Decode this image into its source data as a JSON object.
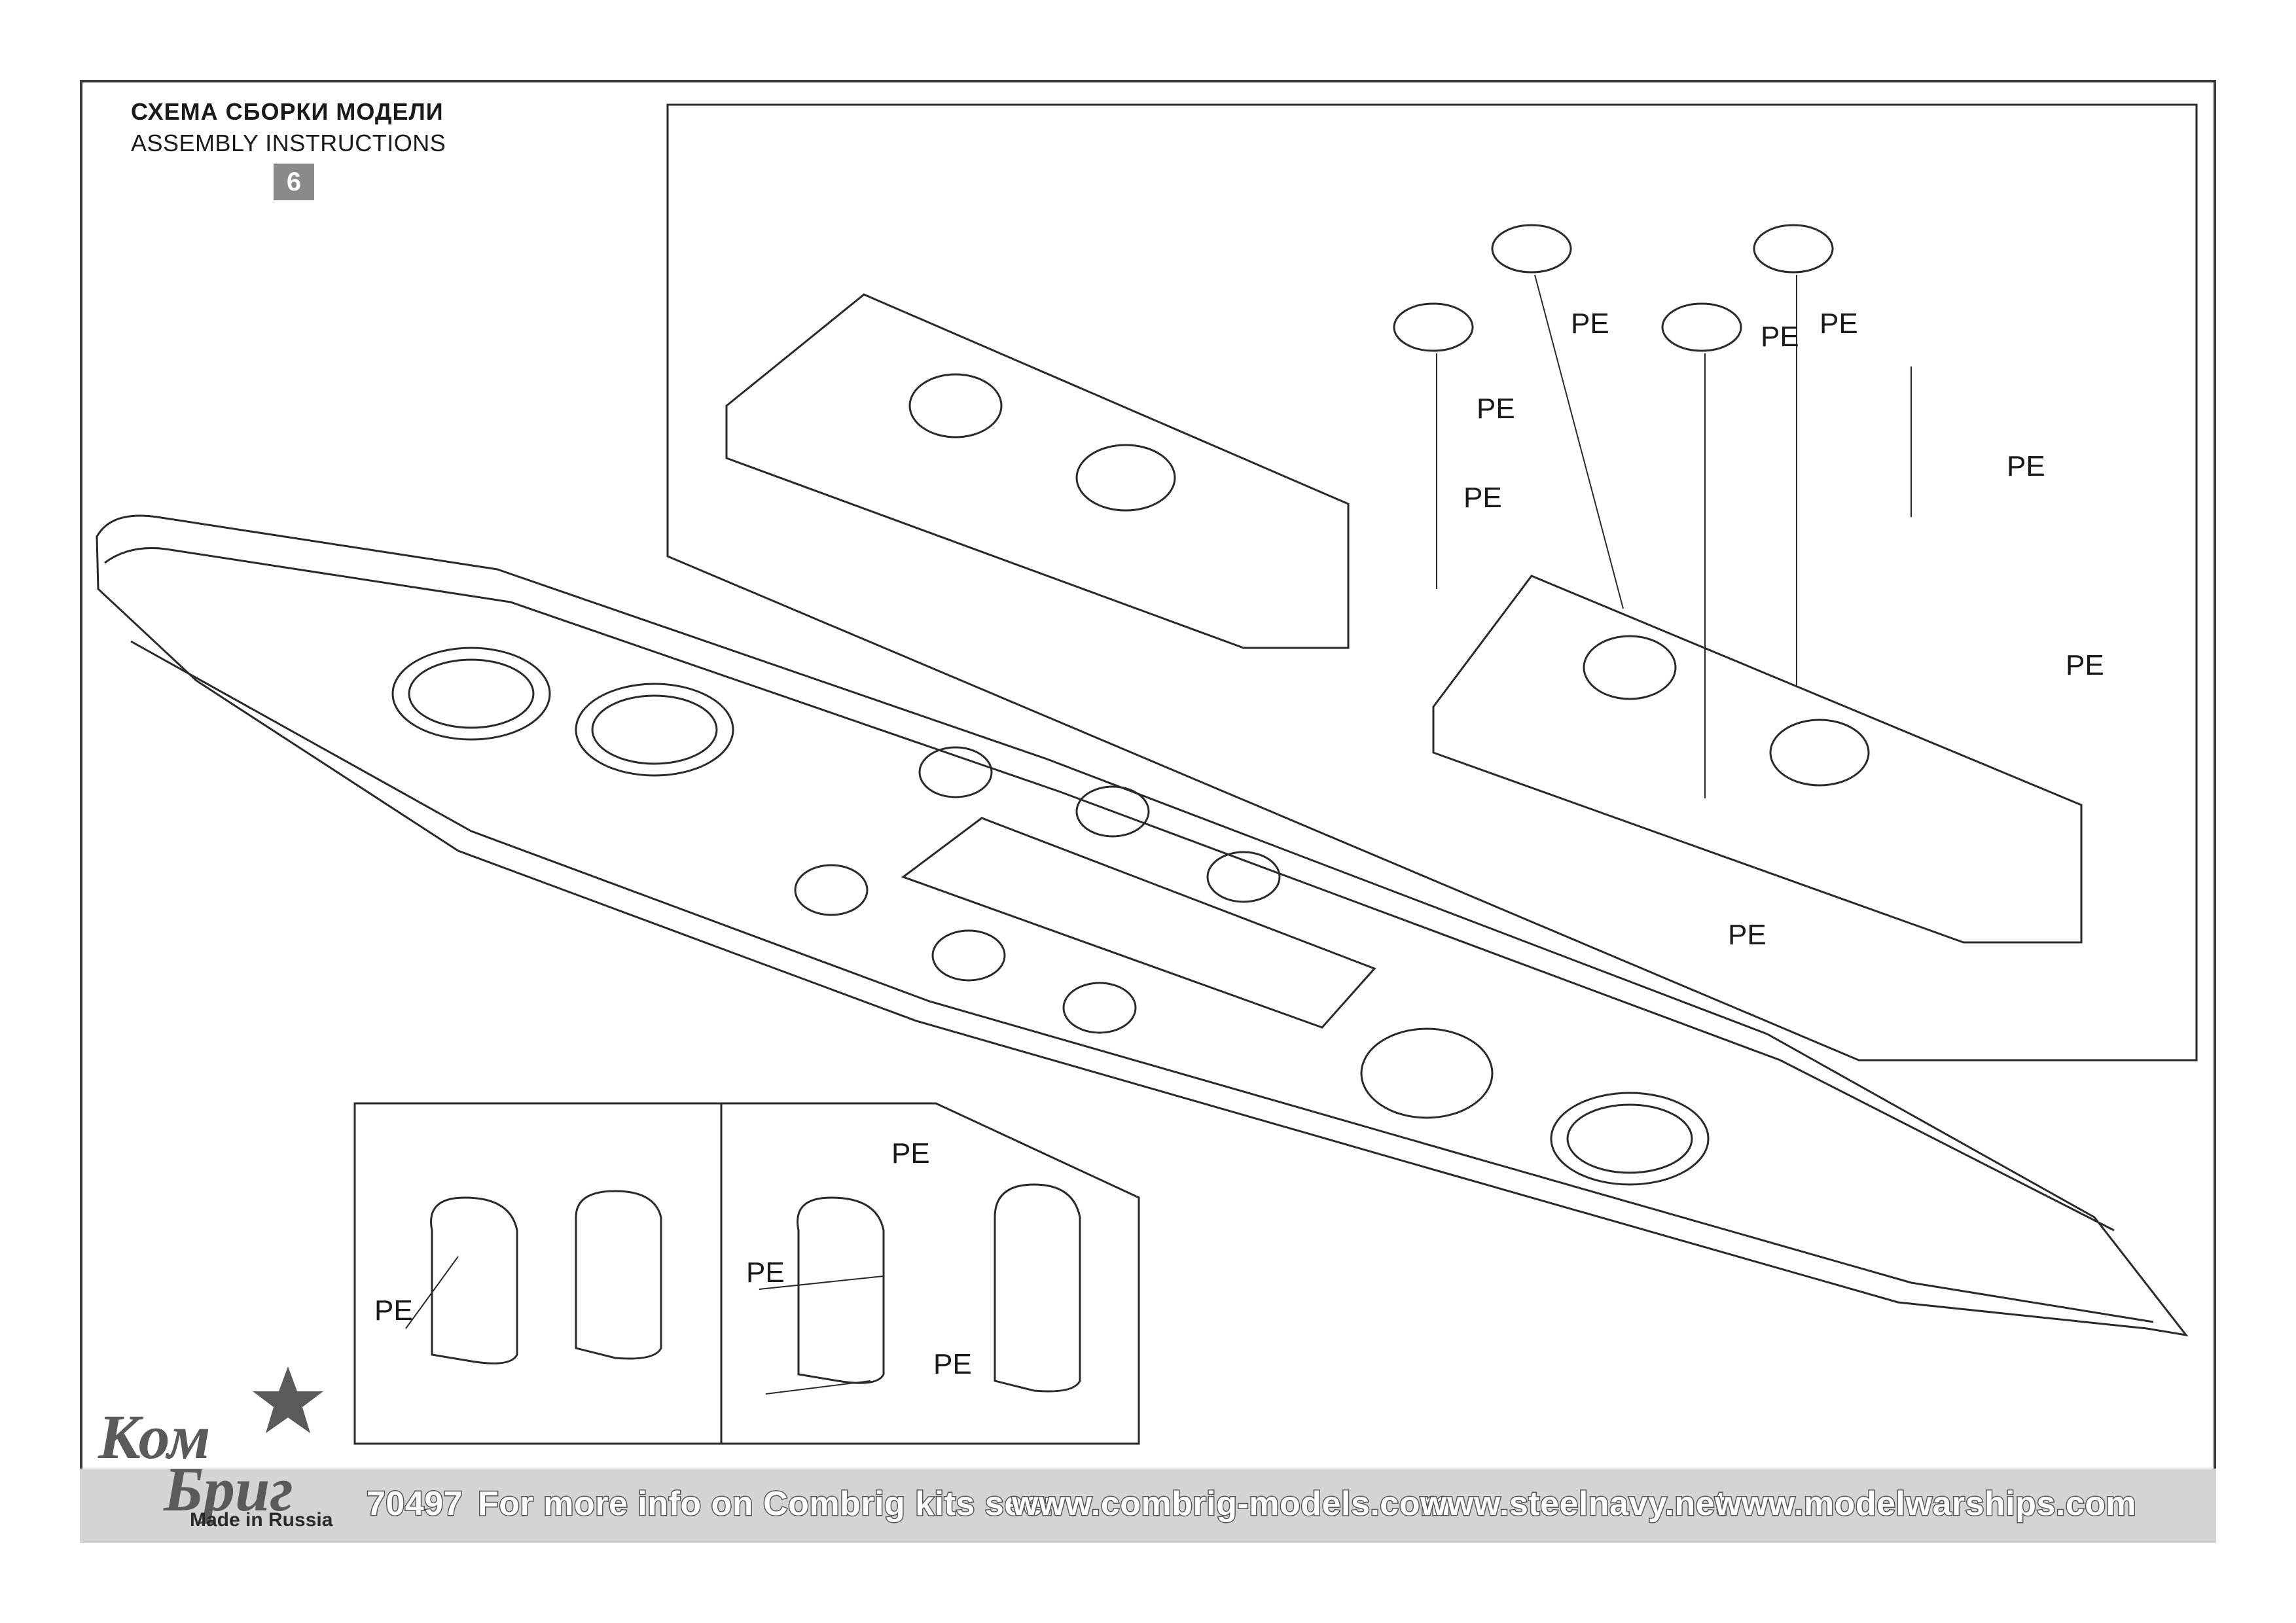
{
  "header": {
    "title_ru": "СХЕМА СБОРКИ МОДЕЛИ",
    "title_en": "ASSEMBLY INSTRUCTIONS",
    "step_number": "6"
  },
  "labels": {
    "pe": "PE"
  },
  "logo": {
    "line1": "Ком",
    "line2": "Бриг",
    "made_in": "Made in Russia"
  },
  "footer": {
    "kit_number": "70497",
    "info_text": "For more info on Combrig kits see:",
    "site1": "www.combrig-models.com",
    "site2": "www.steelnavy.net",
    "site3": "www.modelwarships.com"
  }
}
